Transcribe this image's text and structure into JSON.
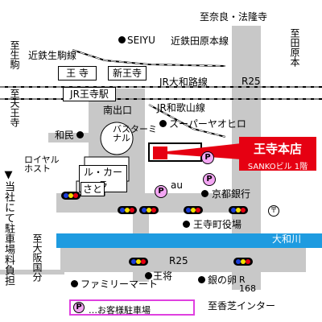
{
  "colors": {
    "road": "#c8c8c8",
    "river": "#1e9be0",
    "shop": "#e60012",
    "parking": "#f3a6f3",
    "legend_border": "#e040e0",
    "signal_blue": "#1c3ed8",
    "signal_yellow": "#f4e000",
    "signal_red": "#e60012"
  },
  "labels": {
    "nara_horyuji": "至奈良・法隆寺",
    "tennoji_right": "至田原本",
    "ikoma": "至生駒",
    "tennoji_left": "至天王寺",
    "seiyu": "SEIYU",
    "kintetsu_komaeki": "近鉄生駒線",
    "oji": "王 寺",
    "shin_oji": "新王寺",
    "kintetsu_tawaramoto": "近鉄田原本線",
    "jr_yamatoji": "JR大和路線",
    "jr_oji_station": "JR王寺駅",
    "minami_exit": "南出口",
    "jr_wakayama": "JR和歌山線",
    "super_yaoko": "スーパーヤオヒロ",
    "r25_top": "R25",
    "wamin": "和民",
    "bus_terminal": "バスターミナル",
    "royal_host": "ロイヤルホスト",
    "le_carla": "ル・カーラ",
    "sato": "さと",
    "au": "au",
    "kyoto_bank": "京都銀行",
    "bank_symbol": "〒",
    "oji_town_office": "王寺町役場",
    "yamato_river": "大和川",
    "r25_bottom": "R25",
    "to_osaka": "至大阪国分",
    "family_mart": "ファミリーマート",
    "osho": "王将",
    "gin_no_ran": "銀の卵",
    "r168": "R 168",
    "to_kashiba": "至香芝インター",
    "parking_note": "▼当社にて駐車場料負担"
  },
  "shop": {
    "name": "王寺本店",
    "building": "SANKOビル 1階"
  },
  "legend": {
    "symbol": "P",
    "text": "…お客様駐車場"
  }
}
